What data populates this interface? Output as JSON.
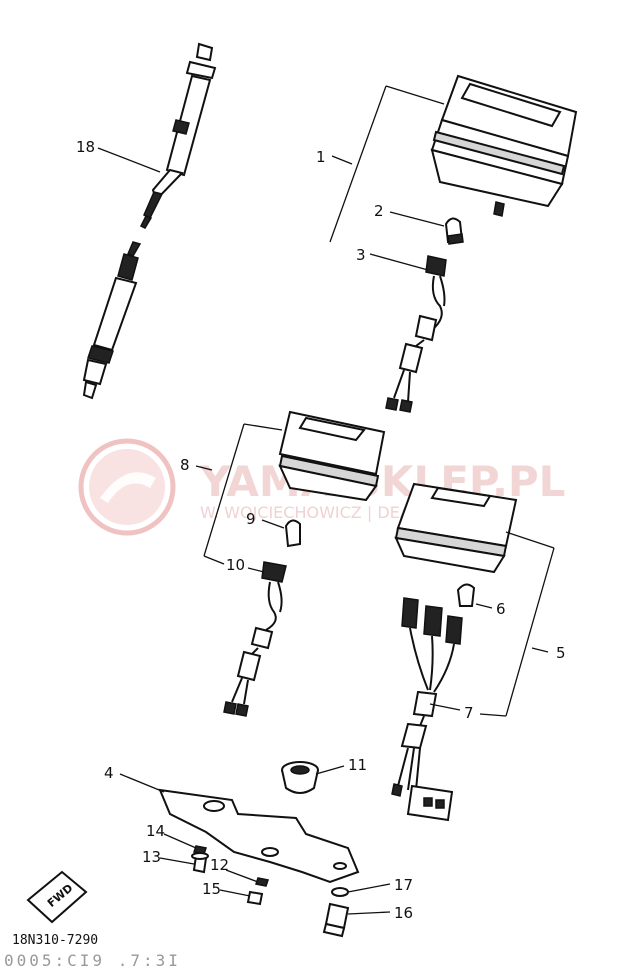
{
  "callouts": {
    "n1": "1",
    "n2": "2",
    "n3": "3",
    "n4": "4",
    "n5": "5",
    "n6": "6",
    "n7": "7",
    "n8": "8",
    "n9": "9",
    "n10": "10",
    "n11": "11",
    "n12": "12",
    "n13": "13",
    "n14": "14",
    "n15": "15",
    "n16": "16",
    "n17": "17",
    "n18": "18"
  },
  "watermark": {
    "title": "YAMA-SKLEP.PL",
    "subtitle": "W. WOJCIECHOWICZ | DEALER YAMAHA"
  },
  "fwd_label": "FWD",
  "diagram_code": "18N310-7290",
  "footer_code": "0005:CI9 .7:3I"
}
